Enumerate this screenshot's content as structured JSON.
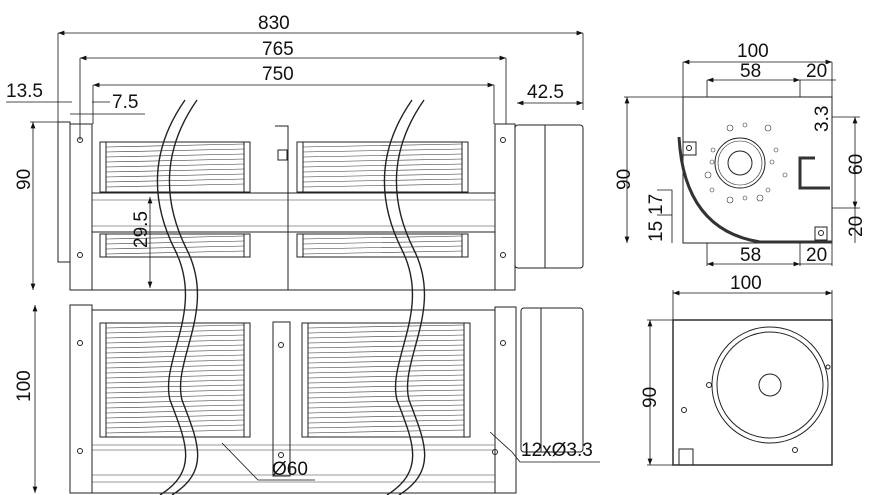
{
  "title": "Cross-flow fan dimension drawing",
  "top_view": {
    "overall_length": "830",
    "flange_to_flange": "765",
    "housing_length": "750",
    "offset_left": "13.5",
    "offset_inner": "7.5",
    "motor_length": "42.5",
    "height": "90",
    "shaft_height": "29.5"
  },
  "bottom_view": {
    "height": "100",
    "impeller_diameter": "Ø60",
    "holes": "12xØ3.3"
  },
  "side_view": {
    "width": "100",
    "top_left_span": "58",
    "top_right_span": "20",
    "hole_offset": "3.3",
    "height": "90",
    "outlet_height": "60",
    "bottom_gap": "20",
    "left_a": "17",
    "left_b": "15",
    "bottom_left_span": "58",
    "bottom_right_span": "20"
  },
  "end_view": {
    "width": "100",
    "height": "90"
  }
}
